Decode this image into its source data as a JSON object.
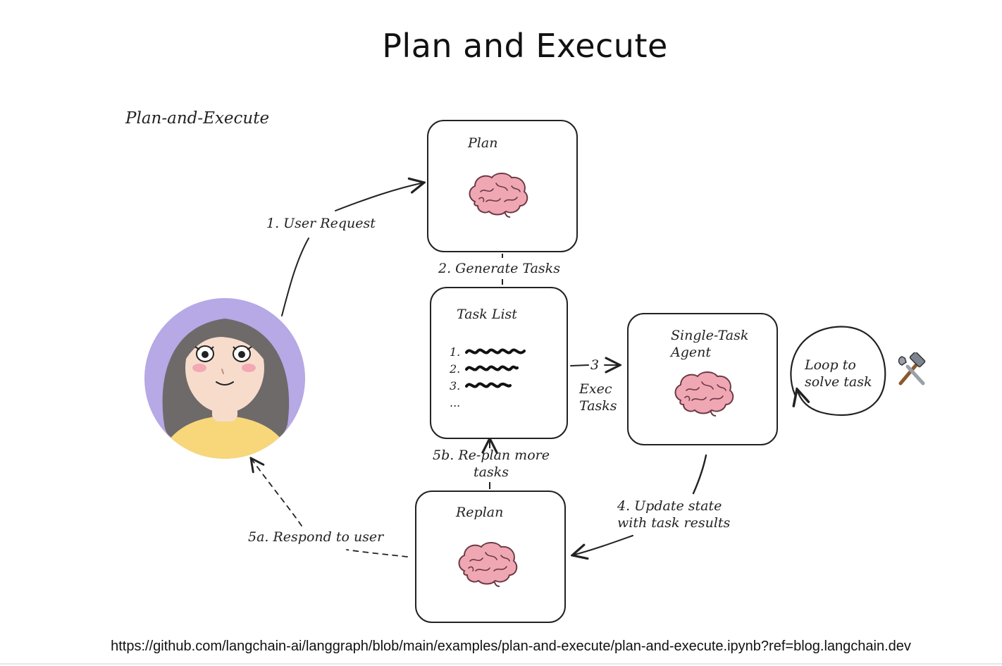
{
  "page": {
    "title": "Plan and Execute",
    "footer_link": "https://github.com/langchain-ai/langgraph/blob/main/examples/plan-and-execute/plan-and-execute.ipynb?ref=blog.langchain.dev"
  },
  "diagram": {
    "title": "Plan-and-Execute",
    "nodes": {
      "plan": {
        "label": "Plan",
        "icon": "brain-icon"
      },
      "task_list": {
        "label": "Task List",
        "items": [
          {
            "num": "1."
          },
          {
            "num": "2."
          },
          {
            "num": "3."
          },
          {
            "num": "..."
          }
        ]
      },
      "agent": {
        "label": "Single-Task Agent",
        "icon": "brain-icon"
      },
      "replan": {
        "label": "Replan",
        "icon": "brain-icon"
      },
      "loop": {
        "label": "Loop to solve task",
        "icon": "hammer-wrench-icon"
      },
      "user": {
        "icon": "user-avatar"
      }
    },
    "edges": {
      "user_request": "1. User Request",
      "generate_tasks": "2. Generate Tasks",
      "exec_number": "3",
      "exec_tasks": "Exec Tasks",
      "update_state": "4. Update state with task results",
      "respond_to_user": "5a. Respond to user",
      "replan_more": "5b. Re-plan more tasks"
    }
  },
  "colors": {
    "avatar_bg": "#b7a8e6",
    "hair": "#6e6a6a",
    "skin": "#f7dccc",
    "shirt": "#f7d77a",
    "brain": "#f0a7b4",
    "brain_stroke": "#6b3a45",
    "stroke": "#222222"
  }
}
